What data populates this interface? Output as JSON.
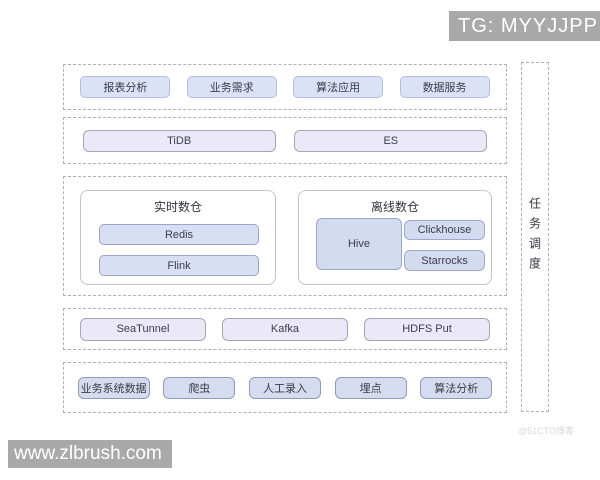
{
  "badge": {
    "text": "TG: MYYJJPP"
  },
  "layers": {
    "application": {
      "items": [
        "报表分析",
        "业务需求",
        "算法应用",
        "数据服务"
      ]
    },
    "storage": {
      "items": [
        "TiDB",
        "ES"
      ]
    },
    "warehouse": {
      "realtime": {
        "title": "实时数仓",
        "items": [
          "Redis",
          "Flink"
        ]
      },
      "offline": {
        "title": "离线数仓",
        "main": "Hive",
        "items": [
          "Clickhouse",
          "Starrocks"
        ]
      }
    },
    "ingestion": {
      "items": [
        "SeaTunnel",
        "Kafka",
        "HDFS Put"
      ]
    },
    "sources": {
      "items": [
        "业务系统数据",
        "爬虫",
        "人工录入",
        "埋点",
        "算法分析"
      ]
    }
  },
  "scheduler": {
    "label": "任务调度"
  },
  "watermark": {
    "site": "www.zlbrush.com",
    "credit": "@51CTO博客"
  },
  "colors": {
    "app_fill": "#dce2f6",
    "storage_fill": "#ebe9f8",
    "realtime_fill": "#d8def4",
    "offline_fill": "#d3dbf0",
    "source_fill": "#d5dcef",
    "badge_bg": "#a9a9a9",
    "dashed_border": "#b0b0b2"
  }
}
